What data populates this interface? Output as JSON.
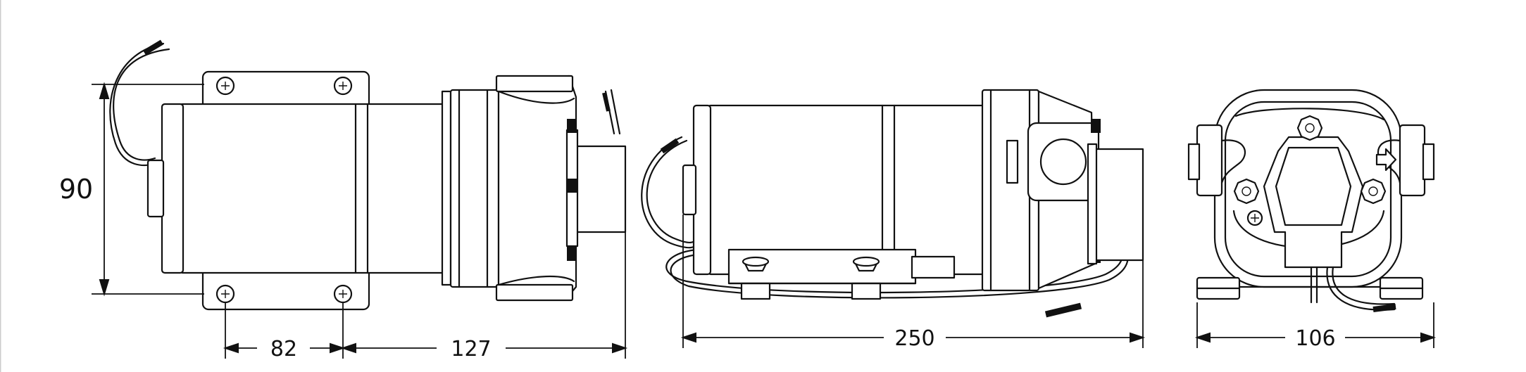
{
  "dimensions": {
    "height": "90",
    "mount_spacing": "82",
    "front_length": "127",
    "overall_length": "250",
    "overall_width": "106"
  }
}
